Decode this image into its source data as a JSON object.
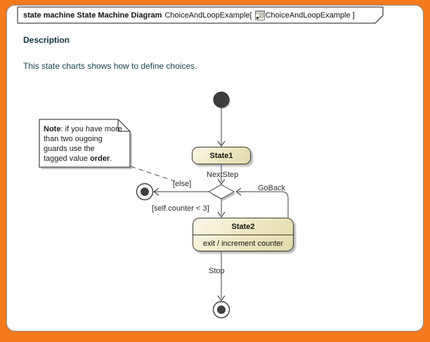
{
  "frame": {
    "title_bold": "state machine State Machine Diagram",
    "title_name": "ChoiceAndLoopExample[",
    "title_ref": "ChoiceAndLoopExample ]"
  },
  "description": {
    "heading": "Description",
    "body": "This state charts shows how to define choices."
  },
  "note": {
    "line1_bold": "Note",
    "line1_rest": ": if you have more",
    "line2": "than two ougoing",
    "line3": "guards use the",
    "line4_pre": "tagged value ",
    "line4_bold": "order",
    "line4_post": "."
  },
  "diagram": {
    "states": [
      {
        "name": "State1"
      },
      {
        "name": "State2",
        "body": "exit / increment counter"
      }
    ],
    "pseudostates": [
      "initial-state",
      "choice-diamond",
      "final-state-left",
      "final-state-bottom"
    ],
    "labels": {
      "next_step": "NextStep",
      "else_guard": "[else]",
      "go_back": "GoBack",
      "counter_guard": "[self.counter < 3]",
      "stop": "Stop"
    }
  },
  "icons": {
    "title_icon": "state-machine-diagram-icon"
  },
  "colors": {
    "canvas_border": "#F5791D",
    "frame_bg": "#FFFFFF",
    "state_fill": "#EDE6C0",
    "state_border": "#3E3E30",
    "line": "#3F3F3F",
    "shadow": "#C4C4C4",
    "description_text": "#17454F"
  }
}
